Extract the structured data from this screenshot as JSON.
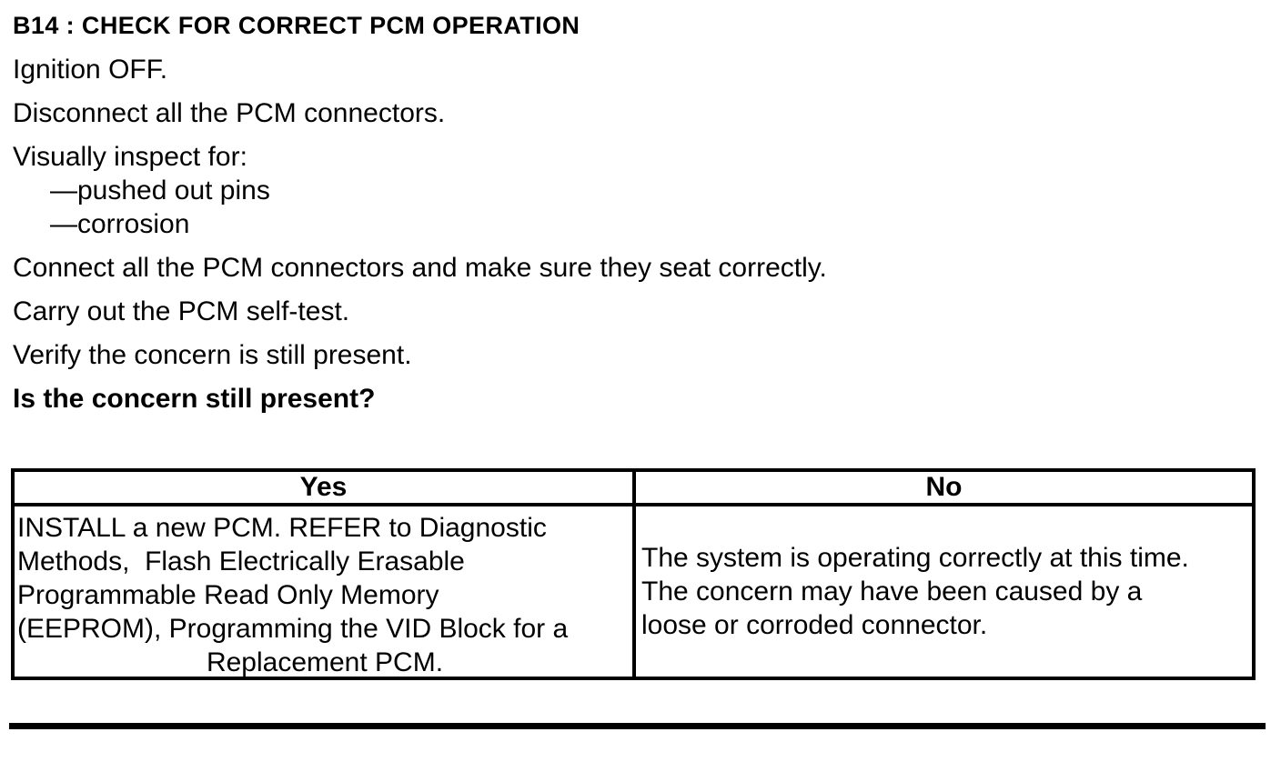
{
  "page_title": "B14 : CHECK FOR CORRECT PCM OPERATION",
  "procedure": {
    "steps": [
      {
        "text": "Ignition OFF."
      },
      {
        "text": "Disconnect all the PCM connectors."
      },
      {
        "text": "Visually inspect for:",
        "sub_items": [
          "—pushed out pins",
          "—corrosion"
        ]
      },
      {
        "text": "Connect all the PCM connectors and make sure they seat correctly."
      },
      {
        "text": "Carry out the PCM self-test."
      },
      {
        "text": "Verify the concern is still present."
      },
      {
        "text": "Is the concern still present?",
        "emphasis": true
      }
    ]
  },
  "results_table": {
    "yes_header": "Yes",
    "no_header": "No",
    "yes_action_lines": [
      "INSTALL a new PCM. REFER to Diagnostic",
      "Methods,  Flash Electrically Erasable",
      "Programmable Read Only Memory",
      "(EEPROM), Programming the VID Block for a"
    ],
    "yes_action_last_line": "Replacement PCM.",
    "no_action_lines": [
      "The system is operating correctly at this time.",
      "The concern may have been caused by a",
      "loose or corroded connector."
    ]
  },
  "colors": {
    "text": "#000000",
    "background": "#ffffff",
    "border": "#000000"
  }
}
